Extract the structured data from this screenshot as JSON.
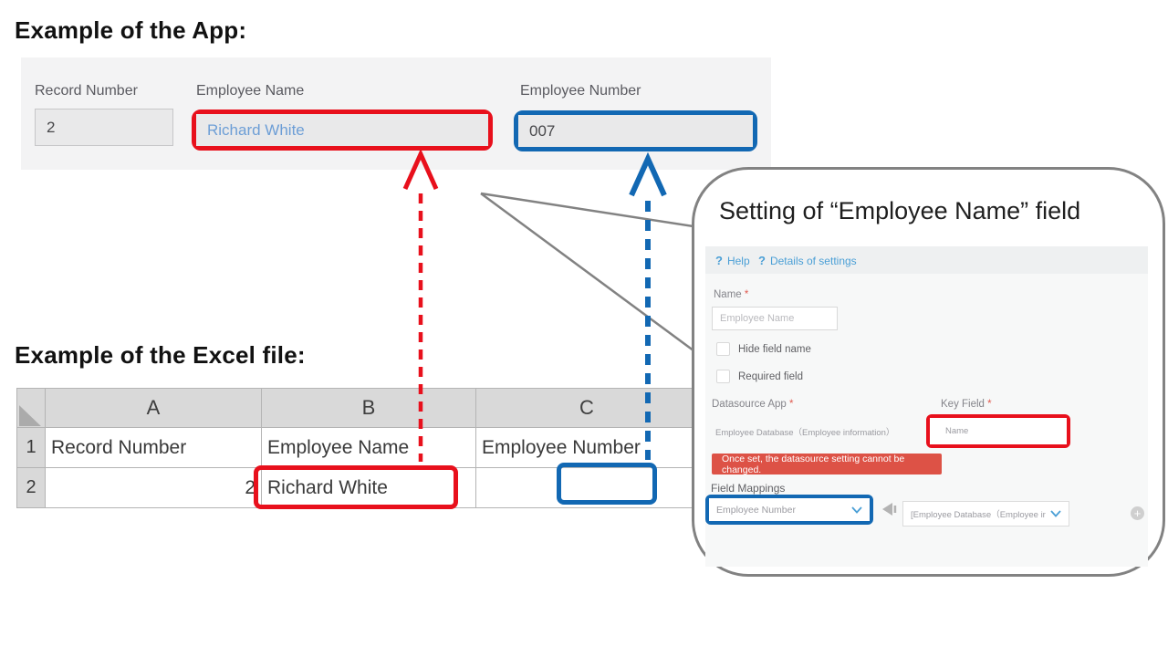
{
  "headings": {
    "app": "Example of the App:",
    "excel": "Example of the Excel file:"
  },
  "app": {
    "fields": [
      {
        "label": "Record Number",
        "value": "2"
      },
      {
        "label": "Employee Name",
        "value": "Richard White"
      },
      {
        "label": "Employee Number",
        "value": "007"
      }
    ]
  },
  "excel": {
    "columns": [
      "A",
      "B",
      "C"
    ],
    "rows": [
      {
        "num": "1",
        "cells": [
          "Record Number",
          "Employee Name",
          "Employee Number"
        ]
      },
      {
        "num": "2",
        "cells": [
          "2",
          "Richard White",
          ""
        ]
      }
    ]
  },
  "callout": {
    "title": "Setting of “Employee Name” field",
    "help": {
      "icon": "?",
      "label": "Help"
    },
    "details": {
      "icon": "?",
      "label": "Details of settings"
    },
    "name": {
      "label": "Name",
      "required": "*",
      "placeholder": "Employee Name"
    },
    "checkbox_hide": "Hide field name",
    "checkbox_required": "Required field",
    "datasource": {
      "label": "Datasource App",
      "required": "*",
      "value": "Employee Database（Employee information）"
    },
    "keyfield": {
      "label": "Key Field",
      "required": "*",
      "value": "Name"
    },
    "warning": "Once set, the datasource setting cannot be changed.",
    "mappings": {
      "label": "Field Mappings",
      "app_field": "Employee Number",
      "source_field": "[Employee Database（Employee ir",
      "add_icon": "+"
    }
  },
  "colors": {
    "highlight_red": "#e8101c",
    "highlight_blue": "#1268b3",
    "link_blue": "#4a9fd6",
    "warning_bg": "#dd5246",
    "record_link_blue": "#6d9ed6"
  }
}
